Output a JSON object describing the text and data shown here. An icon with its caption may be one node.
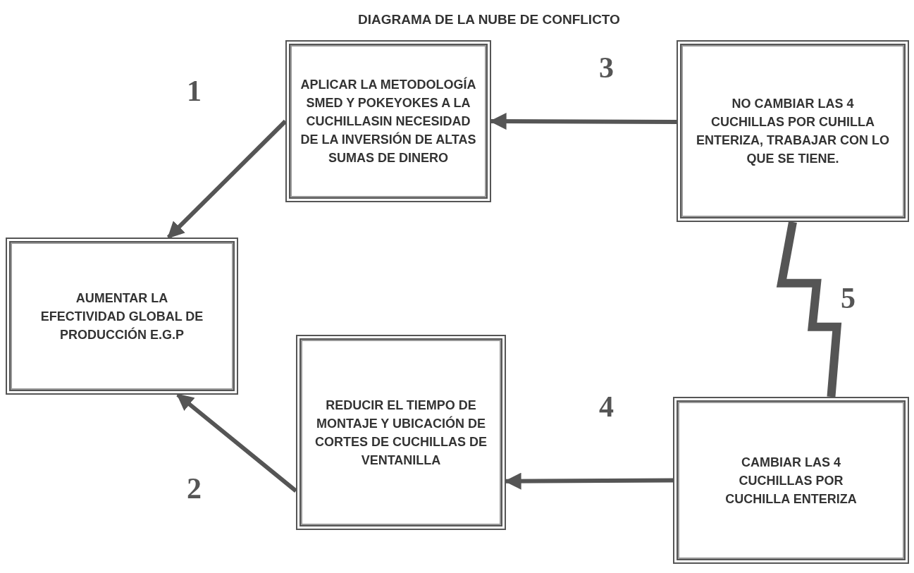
{
  "diagram": {
    "title": "DIAGRAMA DE LA NUBE DE CONFLICTO",
    "nodes": [
      {
        "text": [
          "AUMENTAR LA EFECTIVIDAD GLOBAL DE PRODUCCIÓN E.G.P"
        ]
      },
      {
        "text": [
          "APLICAR LA METODOLOGÍA SMED Y POKEYOKES A LA CUCHILLASIN NECESIDAD DE LA INVERSIÓN DE ALTAS SUMAS DE DINERO"
        ]
      },
      {
        "text": [
          "NO CAMBIAR LAS 4 CUCHILLAS POR CUHILLA ENTERIZA, TRABAJAR CON LO QUE SE TIENE."
        ]
      },
      {
        "text": [
          "REDUCIR EL TIEMPO DE MONTAJE Y UBICACIÓN DE CORTES DE CUCHILLAS DE VENTANILLA"
        ]
      },
      {
        "text": [
          "CAMBIAR LAS 4 CUCHILLAS POR CUCHILLA ENTERIZA"
        ]
      }
    ],
    "edges": [
      {
        "from": 1,
        "to": 0,
        "arrow": "to",
        "label": "1"
      },
      {
        "from": 3,
        "to": 0,
        "arrow": "to",
        "label": "2"
      },
      {
        "from": 2,
        "to": 1,
        "arrow": "to",
        "label": "3"
      },
      {
        "from": 4,
        "to": 3,
        "arrow": "to",
        "label": "4"
      },
      {
        "from": 2,
        "to": 4,
        "arrow": "none",
        "label": "5",
        "style": "thick"
      }
    ]
  }
}
